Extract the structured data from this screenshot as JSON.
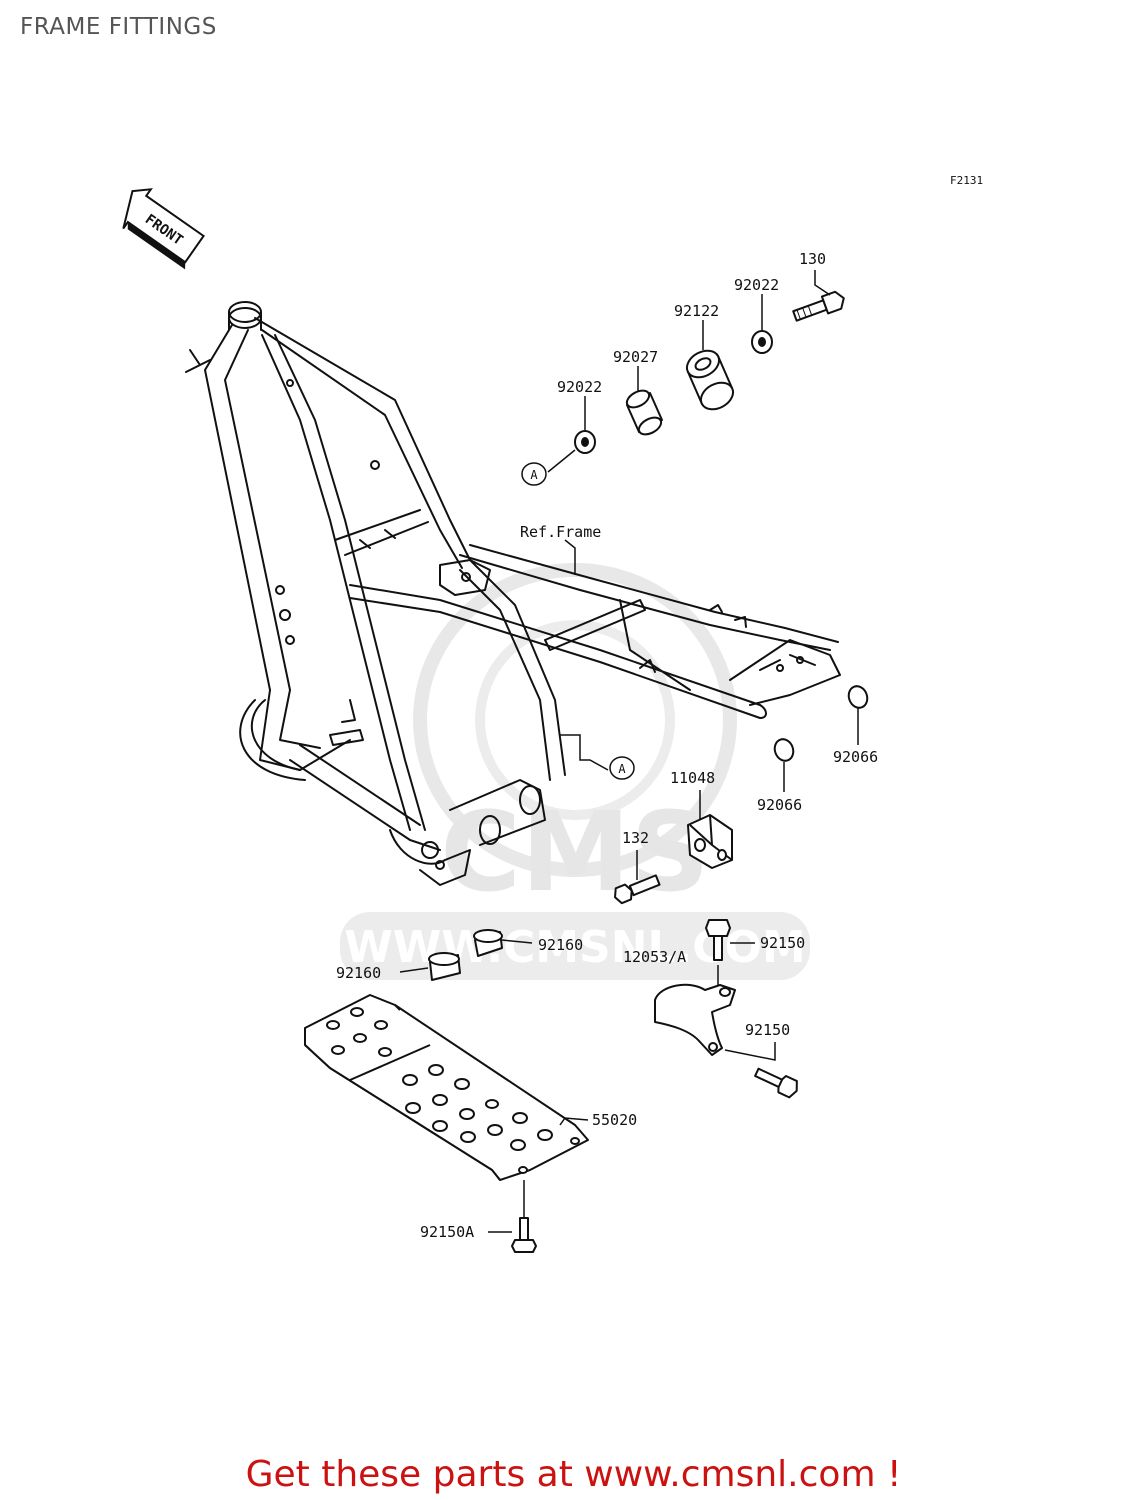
{
  "page": {
    "title": "FRAME FITTINGS"
  },
  "diagram": {
    "ref_code": "F2131",
    "front_tag": "FRONT",
    "frame_ref": "Ref.Frame",
    "callout_a": "A",
    "watermark": {
      "brand": "CMS",
      "url": "WWW.CMSNL.COM"
    },
    "parts": [
      {
        "number": "130"
      },
      {
        "number": "92022"
      },
      {
        "number": "92122"
      },
      {
        "number": "92027"
      },
      {
        "number": "92022"
      },
      {
        "number": "92066"
      },
      {
        "number": "92066"
      },
      {
        "number": "11048"
      },
      {
        "number": "132"
      },
      {
        "number": "92160"
      },
      {
        "number": "92160"
      },
      {
        "number": "92150"
      },
      {
        "number": "12053/A"
      },
      {
        "number": "92150"
      },
      {
        "number": "55020"
      },
      {
        "number": "92150A"
      }
    ]
  },
  "footer": {
    "link_text": "Get these parts at www.cmsnl.com !"
  },
  "colors": {
    "footer_text": "#cc1111",
    "line": "#111111",
    "watermark": "#e6e6e6"
  }
}
